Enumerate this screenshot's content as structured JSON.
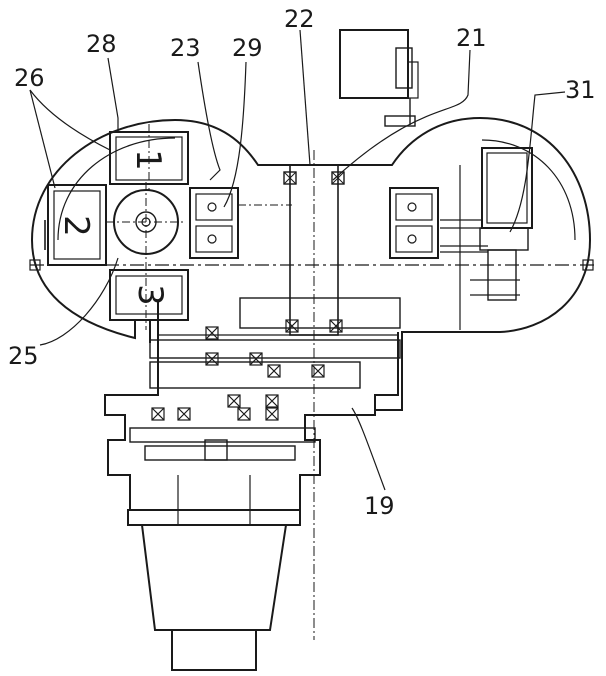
{
  "callouts": {
    "c19": "19",
    "c21": "21",
    "c22": "22",
    "c23": "23",
    "c25": "25",
    "c26": "26",
    "c28": "28",
    "c29": "29",
    "c31": "31"
  },
  "box_numerals": {
    "one": "1",
    "two": "2",
    "three": "3"
  },
  "colors": {
    "line": "#1a1a1a",
    "background": "#ffffff"
  }
}
